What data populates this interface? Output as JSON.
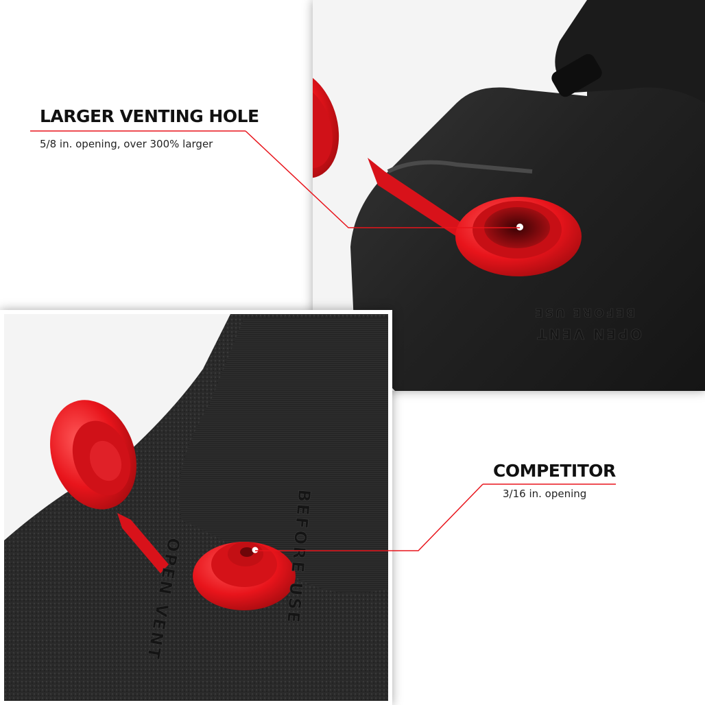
{
  "callouts": {
    "larger": {
      "title": "LARGER VENTING HOLE",
      "subtitle": "5/8 in. opening, over 300% larger"
    },
    "competitor": {
      "title": "COMPETITOR",
      "subtitle": "3/16 in. opening"
    }
  },
  "embossing": {
    "top_line1": "OPEN VENT",
    "top_line2": "BEFORE USE",
    "bottom_line1": "OPEN VENT",
    "bottom_line2": "BEFORE USE"
  },
  "colors": {
    "accent_red": "#e8141b",
    "leader_line": "#e8141b",
    "plastic_black": "#2a2a2a",
    "background": "#ffffff"
  }
}
